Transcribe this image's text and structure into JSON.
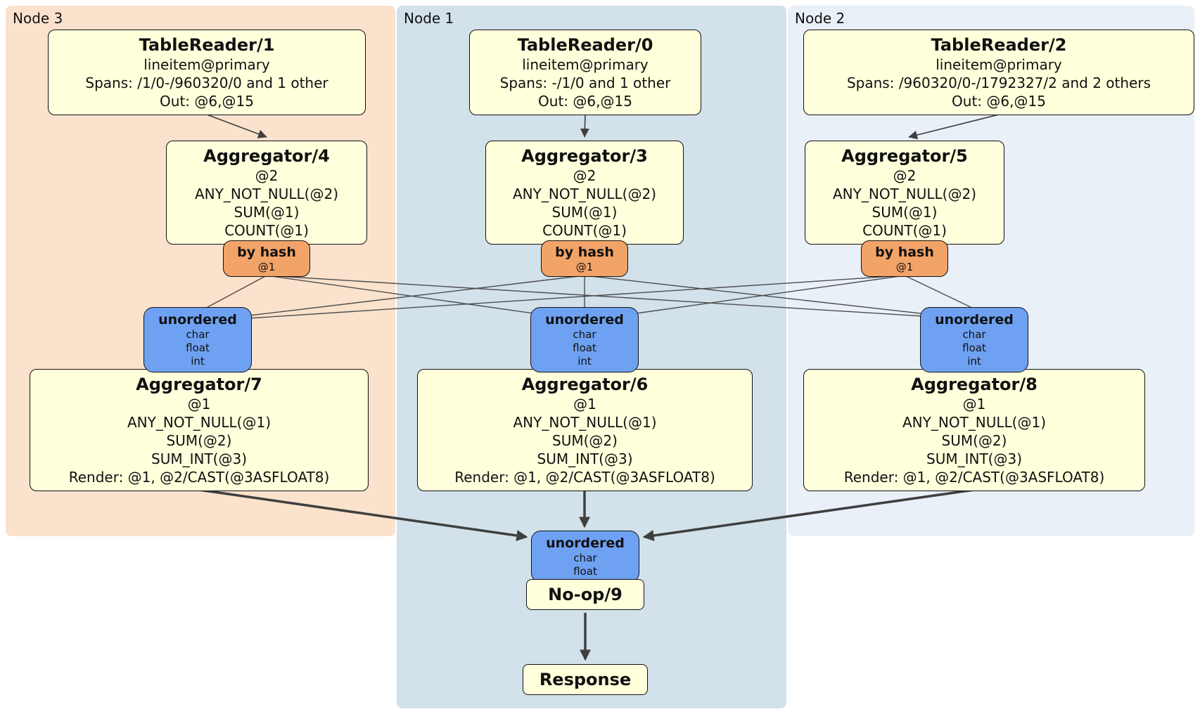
{
  "panels": {
    "node3": {
      "label": "Node 3"
    },
    "node1": {
      "label": "Node 1"
    },
    "node2": {
      "label": "Node 2"
    }
  },
  "boxes": {
    "tr1": {
      "title": "TableReader/1",
      "lines": [
        "lineitem@primary",
        "Spans: /1/0-/960320/0 and 1 other",
        "Out: @6,@15"
      ]
    },
    "tr0": {
      "title": "TableReader/0",
      "lines": [
        "lineitem@primary",
        "Spans: -/1/0 and 1 other",
        "Out: @6,@15"
      ]
    },
    "tr2": {
      "title": "TableReader/2",
      "lines": [
        "lineitem@primary",
        "Spans: /960320/0-/1792327/2 and 2 others",
        "Out: @6,@15"
      ]
    },
    "agg4": {
      "title": "Aggregator/4",
      "lines": [
        "@2",
        "ANY_NOT_NULL(@2)",
        "SUM(@1)",
        "COUNT(@1)"
      ]
    },
    "agg3": {
      "title": "Aggregator/3",
      "lines": [
        "@2",
        "ANY_NOT_NULL(@2)",
        "SUM(@1)",
        "COUNT(@1)"
      ]
    },
    "agg5": {
      "title": "Aggregator/5",
      "lines": [
        "@2",
        "ANY_NOT_NULL(@2)",
        "SUM(@1)",
        "COUNT(@1)"
      ]
    },
    "hash": {
      "title": "by hash",
      "sub": "@1"
    },
    "un_mid": {
      "title": "unordered",
      "lines": [
        "char",
        "float",
        "int"
      ]
    },
    "agg7": {
      "title": "Aggregator/7",
      "lines": [
        "@1",
        "ANY_NOT_NULL(@1)",
        "SUM(@2)",
        "SUM_INT(@3)",
        "Render: @1, @2/CAST(@3ASFLOAT8)"
      ]
    },
    "agg6": {
      "title": "Aggregator/6",
      "lines": [
        "@1",
        "ANY_NOT_NULL(@1)",
        "SUM(@2)",
        "SUM_INT(@3)",
        "Render: @1, @2/CAST(@3ASFLOAT8)"
      ]
    },
    "agg8": {
      "title": "Aggregator/8",
      "lines": [
        "@1",
        "ANY_NOT_NULL(@1)",
        "SUM(@2)",
        "SUM_INT(@3)",
        "Render: @1, @2/CAST(@3ASFLOAT8)"
      ]
    },
    "un_bottom": {
      "title": "unordered",
      "lines": [
        "char",
        "float"
      ]
    },
    "noop": {
      "title": "No-op/9"
    },
    "response": {
      "title": "Response"
    }
  },
  "colors": {
    "panel_node3": "#fbe2cd",
    "panel_node1": "#d2e1ea",
    "panel_node2": "#e9f0f8",
    "processor_box": "#ffffdc",
    "router_by_hash": "#f2a368",
    "sync_unordered": "#6fa1f2",
    "edge": "#3f3f3f"
  }
}
